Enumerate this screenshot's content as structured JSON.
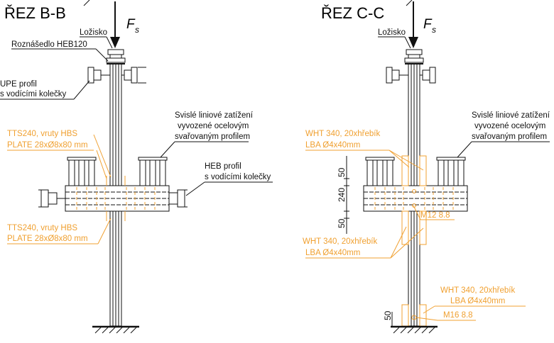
{
  "left": {
    "title": "ŘEZ B-B",
    "force": "F",
    "force_sub": "s",
    "bearing": "Ložisko",
    "spreader": "Roznášedlo HEB120",
    "upe_1": "UPE profil",
    "upe_2": "s vodícími kolečky",
    "load_1": "Svislé liniové zatížení",
    "load_2": "vyvozené ocelovým",
    "load_3": "svařovaným profilem",
    "screw_top_1": "TTS240, vruty HBS",
    "screw_top_2": "PLATE 28xØ8x80 mm",
    "heb_1": "HEB profil",
    "heb_2": "s vodícími kolečky",
    "screw_bot_1": "TTS240, vruty HBS",
    "screw_bot_2": "PLATE 28xØ8x80 mm"
  },
  "right": {
    "title": "ŘEZ C-C",
    "force": "F",
    "force_sub": "s",
    "bearing": "Ložisko",
    "load_1": "Svislé liniové zatížení",
    "load_2": "vyvozené ocelovým",
    "load_3": "svařovaným profilem",
    "nail_top_1": "WHT 340, 20xhřebík",
    "nail_top_2": "LBA Ø4x40mm",
    "bolt_mid": "M12 8.8",
    "nail_mid_1": "WHT 340, 20xhřebík",
    "nail_mid_2": "LBA Ø4x40mm",
    "nail_low_1": "WHT 340, 20xhřebík",
    "nail_low_2": "LBA Ø4x40mm",
    "bolt_low": "M16 8.8",
    "dim_50_top": "50",
    "dim_240": "240",
    "dim_50_bot": "50",
    "dim_50_base": "50"
  }
}
